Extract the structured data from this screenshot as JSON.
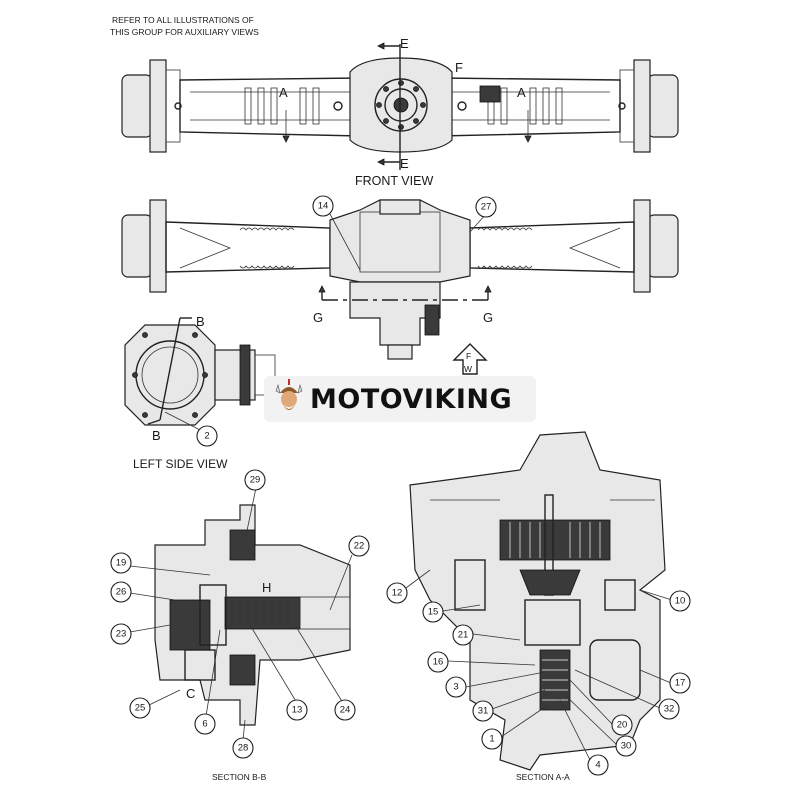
{
  "note": {
    "line1": "REFER TO ALL ILLUSTRATIONS OF",
    "line2": "THIS GROUP FOR AUXILIARY VIEWS"
  },
  "views": {
    "front_view": "FRONT VIEW",
    "left_side_view": "LEFT SIDE VIEW",
    "section_bb": "SECTION B-B",
    "section_aa": "SECTION A-A"
  },
  "section_letters": {
    "E": "E",
    "F": "F",
    "A": "A",
    "G": "G",
    "B": "B",
    "H": "H",
    "C": "C"
  },
  "front_arrow": {
    "F": "F",
    "W": "W"
  },
  "watermark": {
    "text": "MOTOVIKING",
    "logo_icon": "viking-logo-icon"
  },
  "callouts": {
    "top_view": [
      "14",
      "27"
    ],
    "left_side": [
      "2"
    ],
    "section_bb": [
      "29",
      "22",
      "19",
      "26",
      "23",
      "25",
      "6",
      "13",
      "24",
      "28"
    ],
    "section_aa": [
      "12",
      "10",
      "15",
      "21",
      "16",
      "3",
      "31",
      "1",
      "4",
      "30",
      "20",
      "32",
      "17"
    ]
  }
}
